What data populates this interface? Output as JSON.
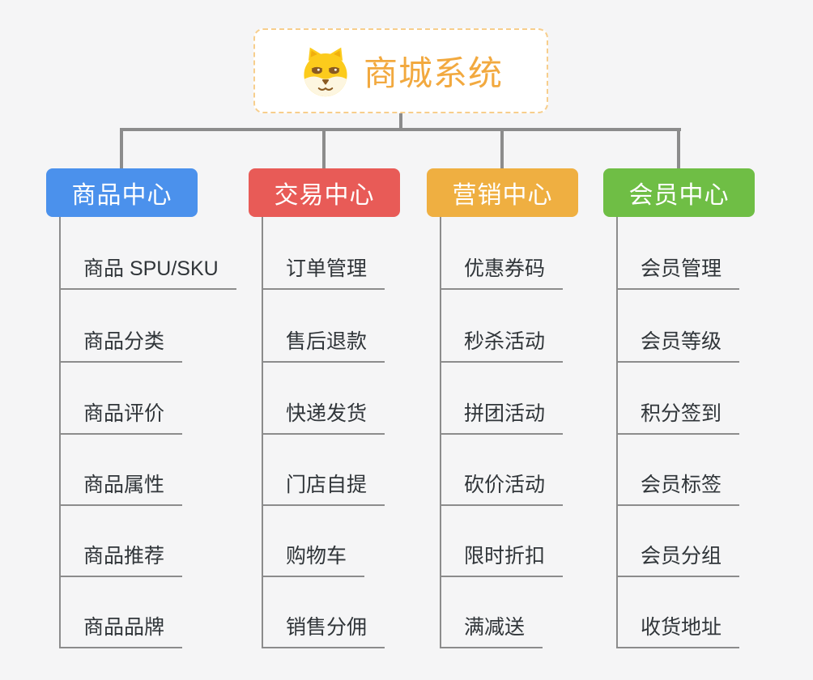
{
  "root": {
    "title": "商城系统",
    "icon": "shiba-dog-icon"
  },
  "branches": [
    {
      "label": "商品中心",
      "color": "#4b91ec",
      "children": [
        "商品 SPU/SKU",
        "商品分类",
        "商品评价",
        "商品属性",
        "商品推荐",
        "商品品牌"
      ]
    },
    {
      "label": "交易中心",
      "color": "#e85b57",
      "children": [
        "订单管理",
        "售后退款",
        "快递发货",
        "门店自提",
        "购物车",
        "销售分佣"
      ]
    },
    {
      "label": "营销中心",
      "color": "#efaf41",
      "children": [
        "优惠券码",
        "秒杀活动",
        "拼团活动",
        "砍价活动",
        "限时折扣",
        "满减送"
      ]
    },
    {
      "label": "会员中心",
      "color": "#6fbe45",
      "children": [
        "会员管理",
        "会员等级",
        "积分签到",
        "会员标签",
        "会员分组",
        "收货地址"
      ]
    }
  ],
  "colors": {
    "background": "#f5f5f6",
    "connector_line": "#8c8c8c",
    "root_border": "#f7ce8c",
    "root_text": "#f2a93f",
    "leaf_text": "#303539",
    "branch_text": "#ffffff"
  }
}
